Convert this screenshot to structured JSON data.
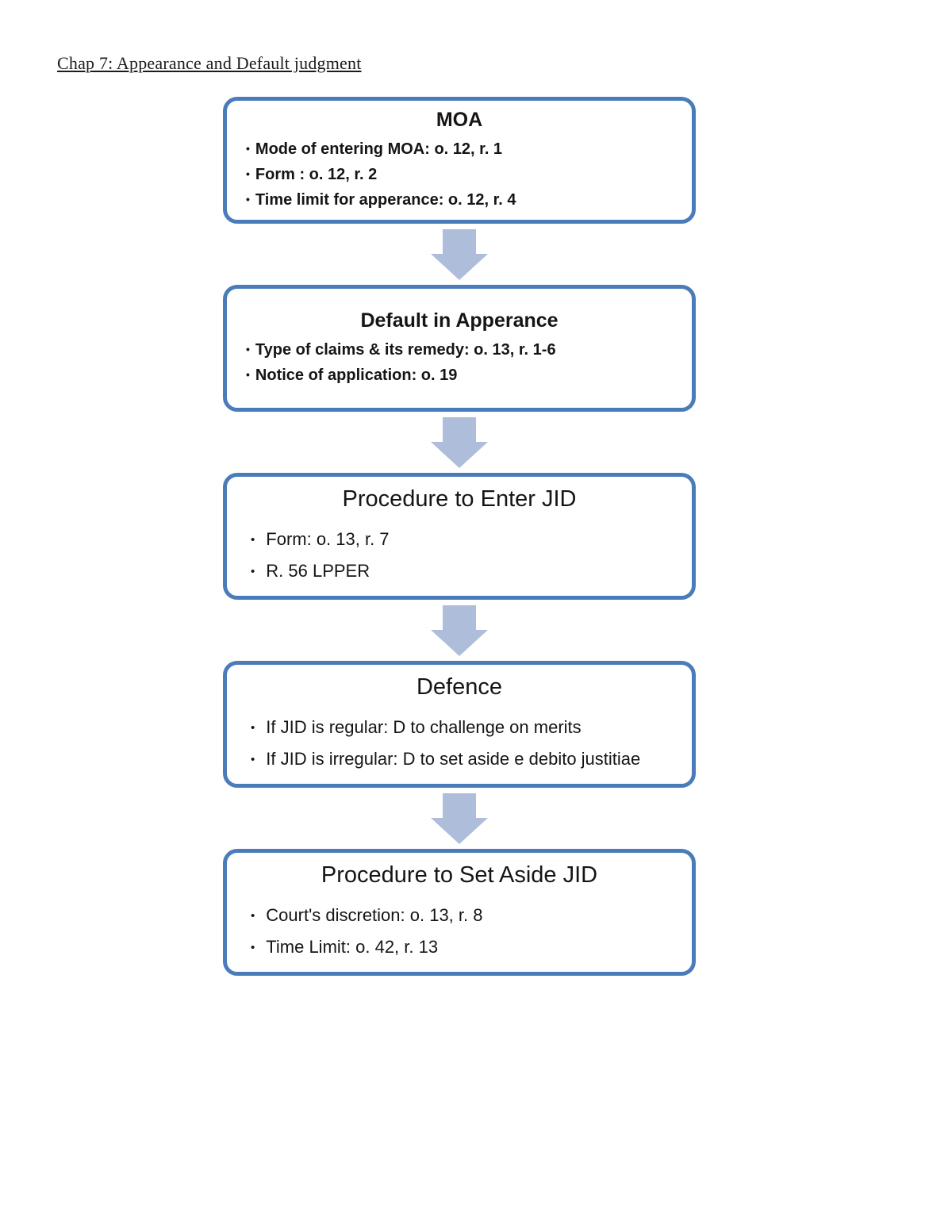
{
  "page": {
    "title": "Chap 7: Appearance and Default judgment"
  },
  "colors": {
    "box_border": "#4b7cba",
    "arrow_fill": "#aebdd9",
    "text": "#151515"
  },
  "flowchart": {
    "boxes": [
      {
        "id": "moa",
        "size": "small",
        "title": "MOA",
        "bullets": [
          "Mode of entering MOA: o. 12, r. 1",
          "Form : o. 12, r. 2",
          "Time limit for apperance: o. 12, r. 4"
        ]
      },
      {
        "id": "default-in-apperance",
        "size": "small",
        "title": "Default in Apperance",
        "bullets": [
          "Type of claims & its remedy: o. 13, r. 1-6",
          "Notice of application: o. 19"
        ]
      },
      {
        "id": "procedure-to-enter-jid",
        "size": "large",
        "title": "Procedure to Enter JID",
        "bullets": [
          "Form: o. 13, r. 7",
          "R. 56 LPPER"
        ]
      },
      {
        "id": "defence",
        "size": "large",
        "title": "Defence",
        "bullets": [
          "If JID is regular: D to challenge on merits",
          "If JID is irregular: D to set aside e debito justitiae"
        ]
      },
      {
        "id": "procedure-to-set-aside-jid",
        "size": "large",
        "title": "Procedure to Set Aside JID",
        "bullets": [
          "Court's discretion: o. 13, r. 8",
          "Time Limit: o. 42, r. 13"
        ]
      }
    ]
  }
}
